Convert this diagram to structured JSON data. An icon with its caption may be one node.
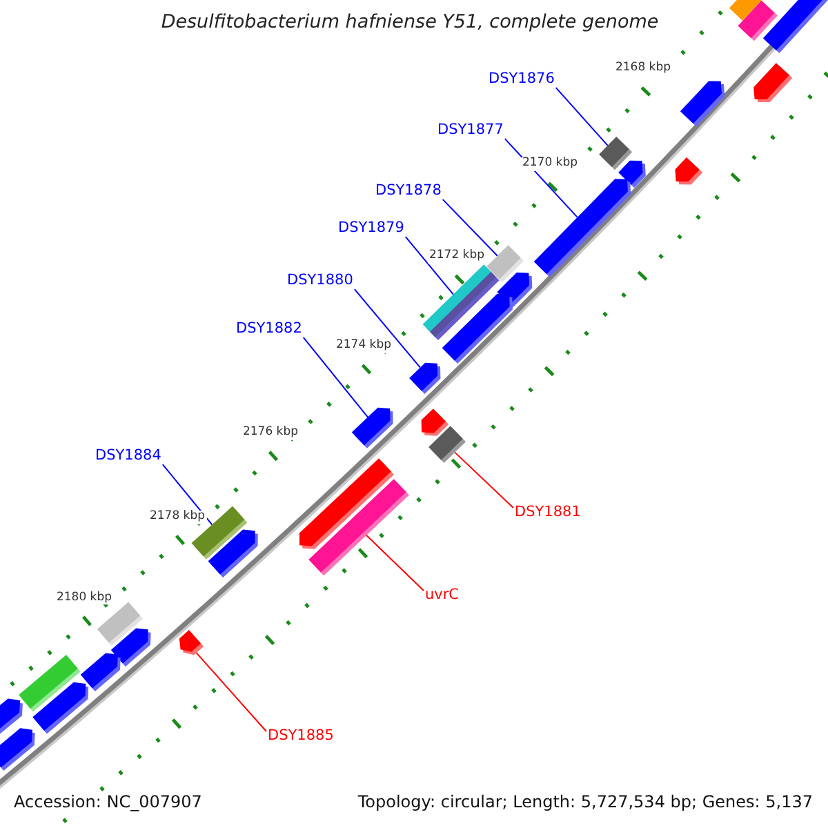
{
  "diagram": {
    "title": "Desulfitobacterium hafniense Y51, complete genome",
    "nodes": [
      {
        "text": [
          "DSY1876"
        ]
      },
      {
        "text": [
          "DSY1877"
        ]
      },
      {
        "text": [
          "DSY1878"
        ]
      },
      {
        "text": [
          "DSY1879"
        ]
      },
      {
        "text": [
          "DSY1880"
        ]
      },
      {
        "text": [
          "DSY1882"
        ]
      },
      {
        "text": [
          "DSY1881"
        ]
      },
      {
        "text": [
          "uvrC"
        ]
      },
      {
        "text": [
          "DSY1884"
        ]
      },
      {
        "text": [
          "DSY1885"
        ]
      },
      {
        "text": [],
        "shape": "bar"
      },
      {
        "text": [],
        "shape": "bar"
      },
      {
        "text": [],
        "shape": "bar"
      },
      {
        "text": [],
        "shape": "bar"
      },
      {
        "text": [],
        "shape": "bar"
      },
      {
        "text": [],
        "shape": "bar"
      },
      {
        "text": [],
        "shape": "bar"
      },
      {
        "text": [],
        "shape": "bar"
      },
      {
        "text": [],
        "shape": "bar"
      },
      {
        "text": [],
        "shape": "bar"
      },
      {
        "text": [],
        "shape": "bar"
      },
      {
        "text": [],
        "shape": "bar"
      },
      {
        "text": [],
        "shape": "bar"
      },
      {
        "text": [],
        "shape": "bar"
      },
      {
        "text": [],
        "shape": "bar"
      },
      {
        "text": [],
        "shape": "bar"
      },
      {
        "text": [],
        "shape": "bar"
      },
      {
        "text": [],
        "shape": "bar"
      },
      {
        "text": [],
        "shape": "bar"
      },
      {
        "text": [],
        "shape": "bar"
      },
      {
        "text": [],
        "shape": "bar"
      },
      {
        "text": [],
        "shape": "bar"
      },
      {
        "text": [],
        "shape": "bar"
      },
      {
        "text": [],
        "shape": "bar"
      },
      {
        "text": [],
        "shape": "bar"
      },
      {
        "text": [],
        "shape": "bar"
      },
      {
        "text": [],
        "shape": "bar"
      },
      {
        "text": [],
        "shape": "bar"
      },
      {
        "text": [],
        "shape": "bar"
      }
    ],
    "edges": [
      {
        "from": 0,
        "to": 15,
        "arrow": "none"
      },
      {
        "from": 1,
        "to": 18,
        "arrow": "none"
      },
      {
        "from": 2,
        "to": 19,
        "arrow": "none"
      },
      {
        "from": 3,
        "to": 21,
        "arrow": "none"
      },
      {
        "from": 4,
        "to": 23,
        "arrow": "none"
      },
      {
        "from": 5,
        "to": 24,
        "arrow": "none"
      },
      {
        "from": 6,
        "to": 26,
        "arrow": "none",
        "color": "#ff0000"
      },
      {
        "from": 7,
        "to": 28,
        "arrow": "none",
        "color": "#ff0000"
      },
      {
        "from": 8,
        "to": 29,
        "arrow": "none"
      },
      {
        "from": 9,
        "to": 33,
        "arrow": "none",
        "color": "#ff0000"
      }
    ],
    "labels": [
      "2168 kbp",
      "2170 kbp",
      "2172 kbp",
      "2174 kbp",
      "2176 kbp",
      "2178 kbp",
      "2180 kbp",
      "Accession: NC_007907",
      "Topology: circular; Length: 5,727,534 bp; Genes: 5,137"
    ]
  }
}
